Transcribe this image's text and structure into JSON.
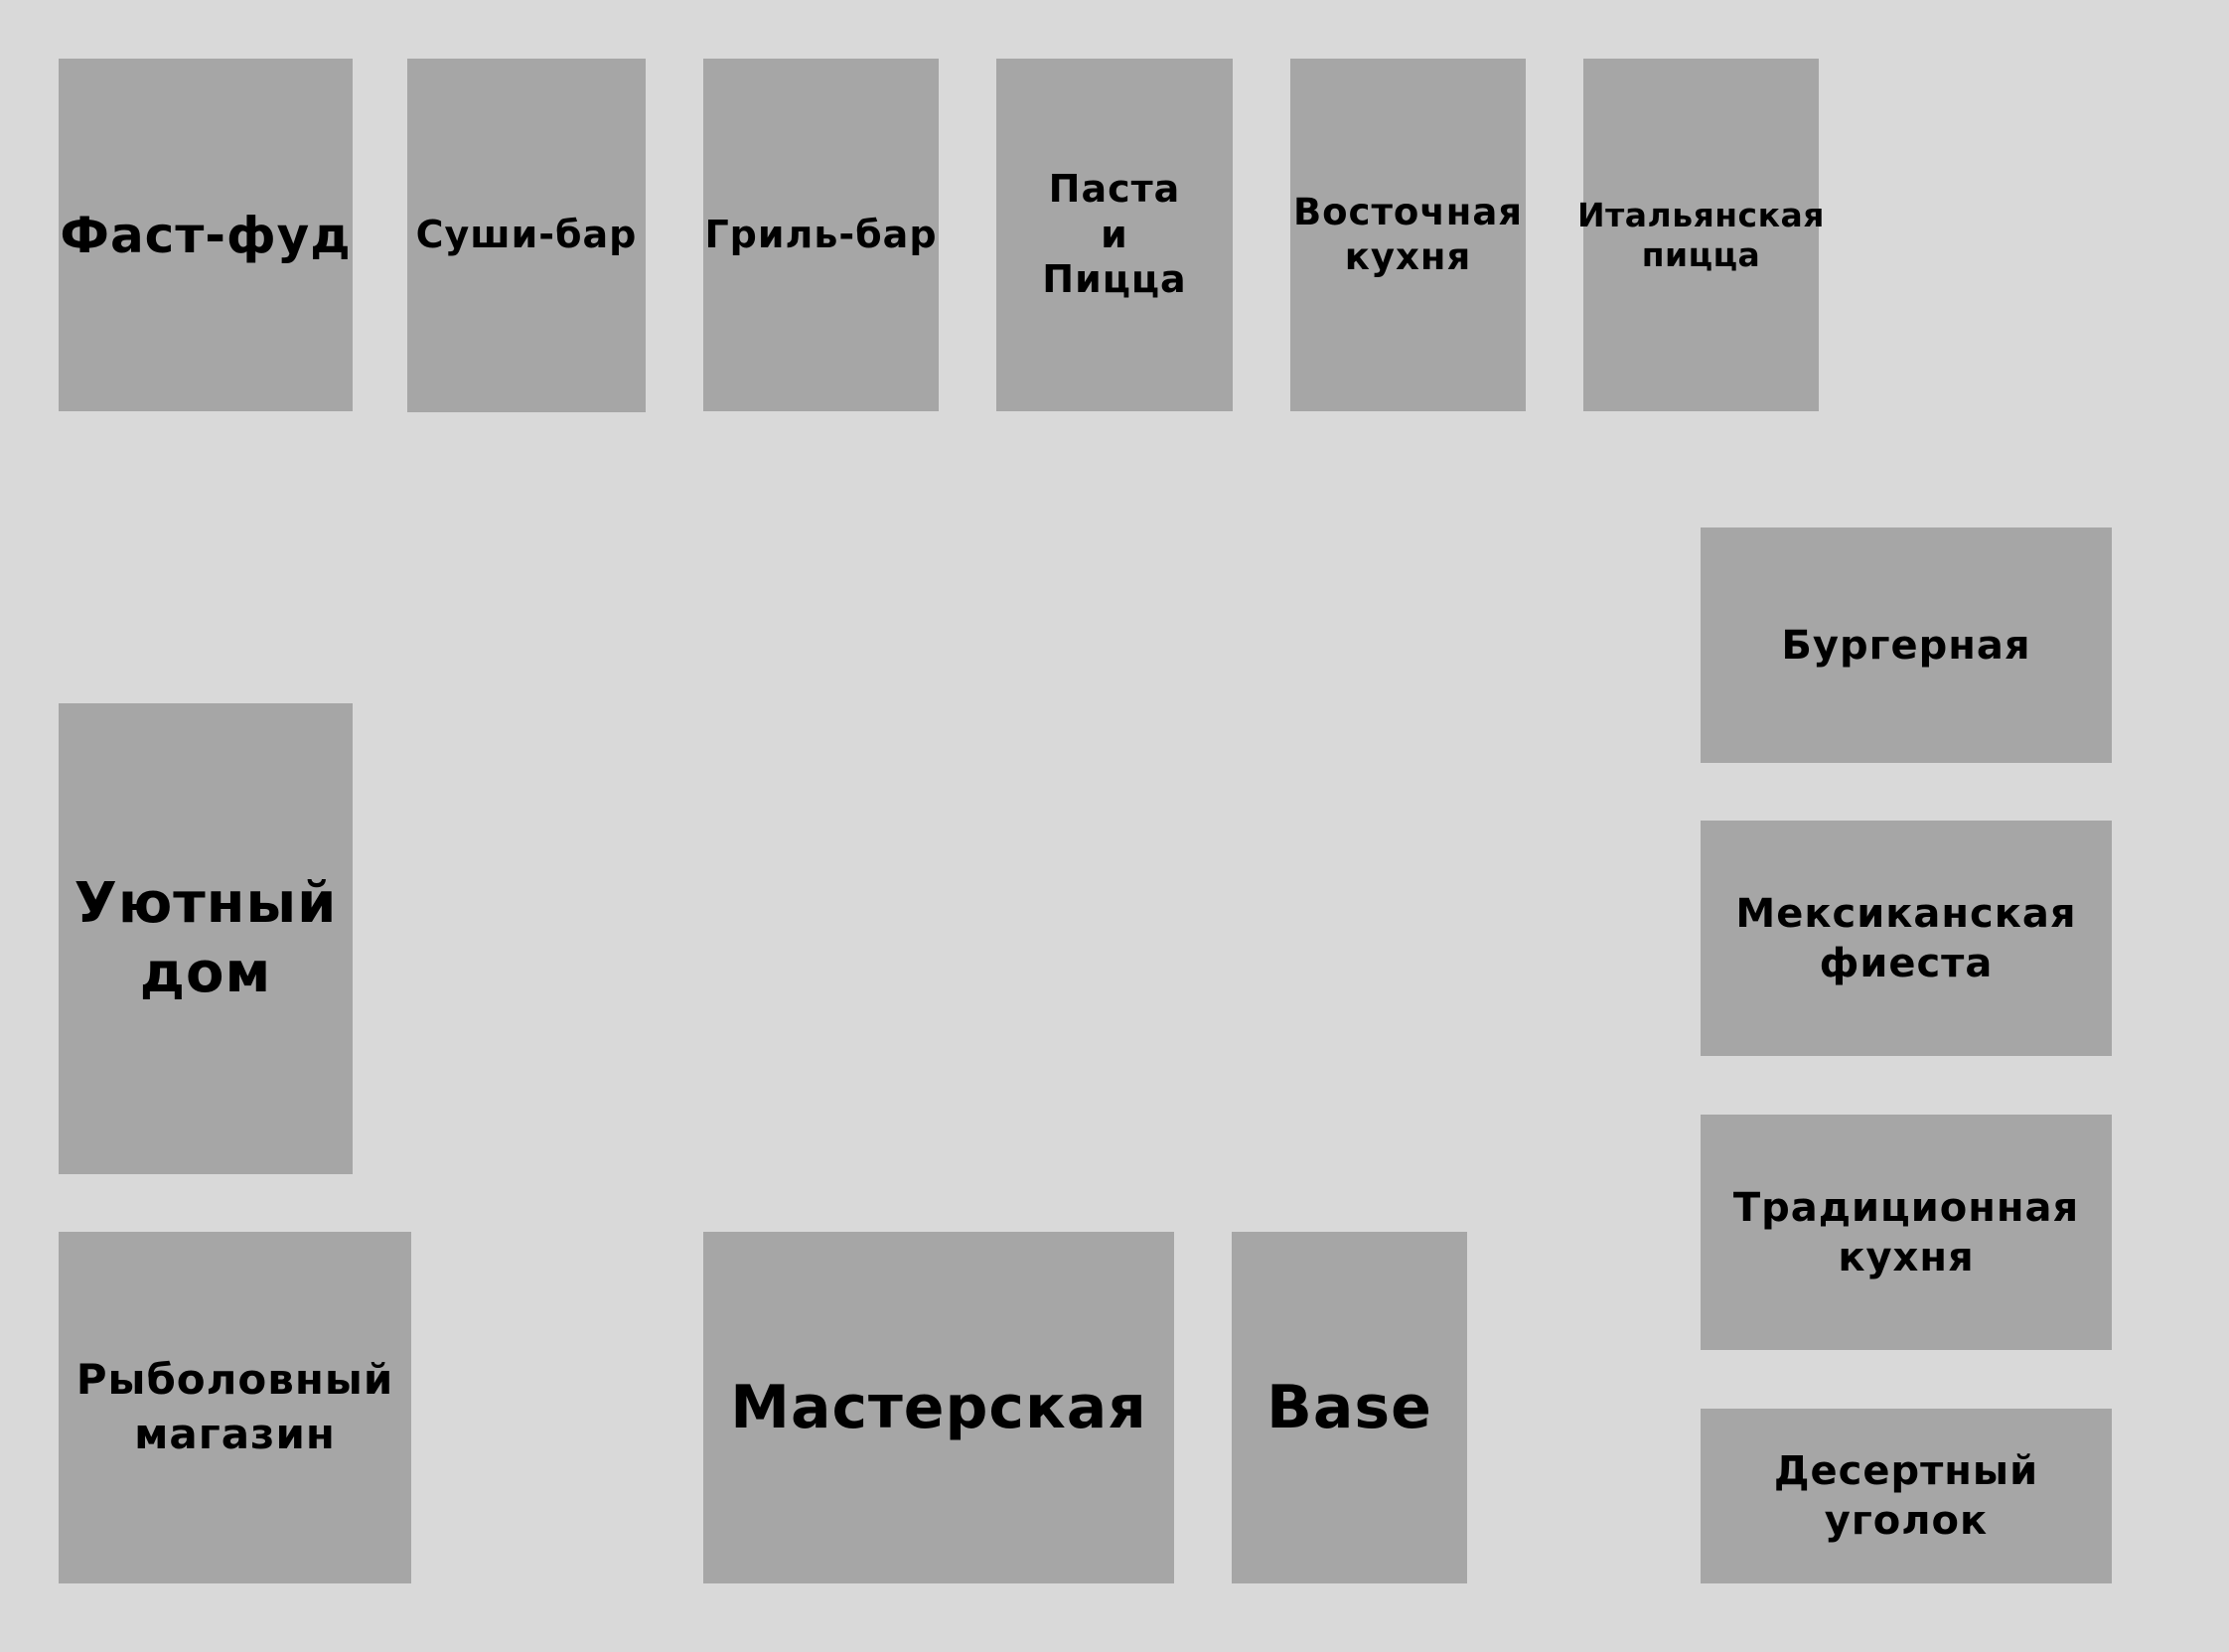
{
  "blocks": {
    "fastfood": "Фаст-фуд",
    "sushi": "Суши-бар",
    "grill": "Гриль-бар",
    "pasta": "Паста\nи\nПицца",
    "oriental": "Восточная\nкухня",
    "italian": "Итальянская\nпицца",
    "burger": "Бургерная",
    "mexican": "Мексиканская\nфиеста",
    "traditional": "Традиционная\nкухня",
    "dessert": "Десертный\nуголок",
    "cozy": "Уютный\nдом",
    "fishing": "Рыболовный\nмагазин",
    "workshop": "Мастерская",
    "base": "Base"
  },
  "colors": {
    "background": "#d9d9d9",
    "block": "#a6a6a6",
    "text": "#000000"
  }
}
